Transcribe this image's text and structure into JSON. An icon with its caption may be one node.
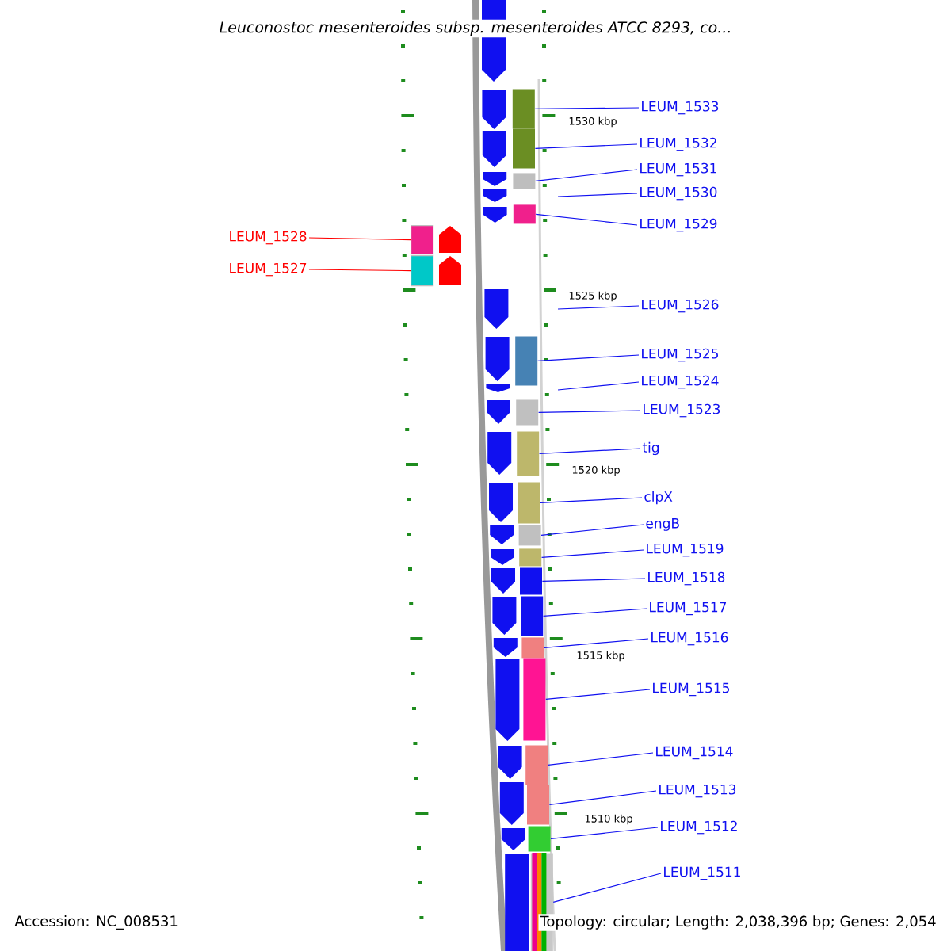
{
  "diagram": {
    "title": "Leuconostoc mesenteroides subsp. mesenteroides ATCC 8293, co...",
    "nodes": [
      {
        "text": [
          "LEUM_1533"
        ]
      },
      {
        "text": [
          "LEUM_1532"
        ]
      },
      {
        "text": [
          "LEUM_1531"
        ]
      },
      {
        "text": [
          "LEUM_1530"
        ]
      },
      {
        "text": [
          "LEUM_1529"
        ]
      },
      {
        "text": [
          "LEUM_1528"
        ]
      },
      {
        "text": [
          "LEUM_1527"
        ]
      },
      {
        "text": [
          "LEUM_1526"
        ]
      },
      {
        "text": [
          "LEUM_1525"
        ]
      },
      {
        "text": [
          "LEUM_1524"
        ]
      },
      {
        "text": [
          "LEUM_1523"
        ]
      },
      {
        "text": [
          "tig"
        ]
      },
      {
        "text": [
          "clpX"
        ]
      },
      {
        "text": [
          "engB"
        ]
      },
      {
        "text": [
          "LEUM_1519"
        ]
      },
      {
        "text": [
          "LEUM_1518"
        ]
      },
      {
        "text": [
          "LEUM_1517"
        ]
      },
      {
        "text": [
          "LEUM_1516"
        ]
      },
      {
        "text": [
          "LEUM_1515"
        ]
      },
      {
        "text": [
          "LEUM_1514"
        ]
      },
      {
        "text": [
          "LEUM_1513"
        ]
      },
      {
        "text": [
          "LEUM_1512"
        ]
      },
      {
        "text": [
          "LEUM_1511"
        ]
      },
      {
        "text": [],
        "shape": "bar"
      },
      {
        "text": [],
        "shape": "bar"
      },
      {
        "text": [],
        "shape": "bar"
      },
      {
        "text": [],
        "shape": "bar"
      },
      {
        "text": [],
        "shape": "box"
      },
      {
        "text": [],
        "shape": "box"
      },
      {
        "text": [],
        "shape": "bar"
      },
      {
        "text": [],
        "shape": "bar"
      },
      {
        "text": [],
        "shape": "bar"
      },
      {
        "text": [],
        "shape": "bar"
      },
      {
        "text": [],
        "shape": "bar"
      },
      {
        "text": [],
        "shape": "bar"
      },
      {
        "text": [],
        "shape": "bar"
      },
      {
        "text": [],
        "shape": "bar"
      },
      {
        "text": [],
        "shape": "bar"
      },
      {
        "text": [],
        "shape": "bar"
      },
      {
        "text": [],
        "shape": "bar"
      },
      {
        "text": [],
        "shape": "bar"
      },
      {
        "text": [],
        "shape": "bar"
      },
      {
        "text": [],
        "shape": "bar"
      }
    ],
    "edges": [
      {
        "from": 0,
        "to": 23,
        "arrow": "none"
      },
      {
        "from": 1,
        "to": 24,
        "arrow": "none"
      },
      {
        "from": 2,
        "to": 25,
        "arrow": "none"
      },
      {
        "from": 3,
        "to": null,
        "arrow": "none"
      },
      {
        "from": 4,
        "to": 26,
        "arrow": "none"
      },
      {
        "from": 5,
        "to": 27,
        "arrow": "none",
        "color": "#ff0000"
      },
      {
        "from": 6,
        "to": 28,
        "arrow": "none",
        "color": "#ff0000"
      },
      {
        "from": 7,
        "to": null,
        "arrow": "none"
      },
      {
        "from": 8,
        "to": 29,
        "arrow": "none"
      },
      {
        "from": 9,
        "to": null,
        "arrow": "none"
      },
      {
        "from": 10,
        "to": 30,
        "arrow": "none"
      },
      {
        "from": 11,
        "to": 31,
        "arrow": "none"
      },
      {
        "from": 12,
        "to": 32,
        "arrow": "none"
      },
      {
        "from": 13,
        "to": 33,
        "arrow": "none"
      },
      {
        "from": 14,
        "to": 34,
        "arrow": "none"
      },
      {
        "from": 15,
        "to": 35,
        "arrow": "none"
      },
      {
        "from": 16,
        "to": 36,
        "arrow": "none"
      },
      {
        "from": 17,
        "to": 37,
        "arrow": "none"
      },
      {
        "from": 18,
        "to": 38,
        "arrow": "none"
      },
      {
        "from": 19,
        "to": 39,
        "arrow": "none"
      },
      {
        "from": 20,
        "to": 40,
        "arrow": "none"
      },
      {
        "from": 21,
        "to": 41,
        "arrow": "none"
      },
      {
        "from": 22,
        "to": 42,
        "arrow": "none"
      }
    ],
    "labels": [
      "1530 kbp",
      "1525 kbp",
      "1520 kbp",
      "1515 kbp",
      "1510 kbp",
      "Accession: NC_008531",
      "Topology: circular; Length: 2,038,396 bp; Genes: 2,054"
    ]
  }
}
